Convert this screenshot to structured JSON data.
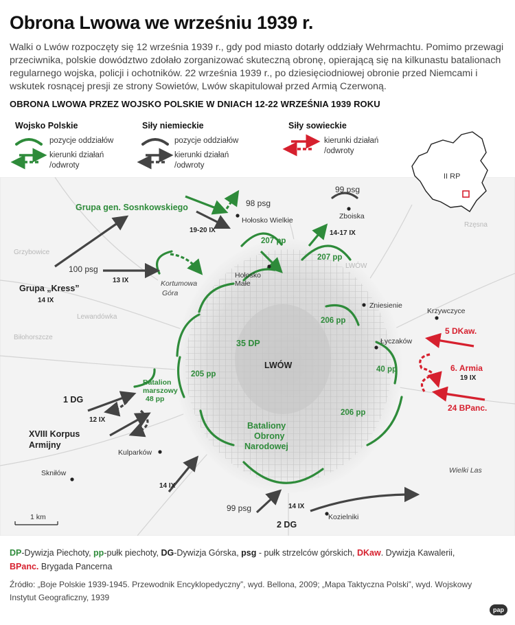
{
  "title": "Obrona Lwowa we wrześniu 1939 r.",
  "intro": "Walki o Lwów rozpoczęty się 12 września 1939 r., gdy pod miasto dotarły oddziały Wehrmachtu. Pomimo przewagi przeciwnika, polskie dowództwo zdołało zorganizować skuteczną obronę, opierającą się na kilkunastu batalionach regularnego wojska, policji i ochotników. 22 września 1939 r., po dziesięciodniowej obronie przed Niemcami i wskutek rosnącej presji ze strony Sowietów, Lwów skapitulował przed Armią Czerwoną.",
  "subtitle": "OBRONA LWOWA PRZEZ WOJSKO POLSKIE W DNIACH 12-22 WRZEŚNIA 1939 ROKU",
  "legend": {
    "polish": {
      "heading": "Wojsko Polskie",
      "positions": "pozycje oddziałów",
      "directions_1": "kierunki działań",
      "directions_2": "/odwroty",
      "color": "#2e8b3a"
    },
    "german": {
      "heading": "Siły niemieckie",
      "positions": "pozycje oddziałów",
      "directions_1": "kierunki działań",
      "directions_2": "/odwroty",
      "color": "#444444"
    },
    "soviet": {
      "heading": "Siły sowieckie",
      "directions_1": "kierunki działań",
      "directions_2": "/odwroty",
      "color": "#d6202e"
    }
  },
  "inset": {
    "label": "II RP"
  },
  "map": {
    "city": "LWÓW",
    "polish_units": {
      "sosnkowski": "Grupa gen. Sosnkowskiego",
      "pp207a": "207 pp",
      "pp207b": "207 pp",
      "pp206a": "206 pp",
      "dp35": "35 DP",
      "pp205": "205 pp",
      "pp40": "40 pp",
      "bat1": "Batalion",
      "bat2": "marszowy",
      "bat3": "48 pp",
      "pp206b": "206 pp",
      "bon1": "Bataliony",
      "bon2": "Obrony",
      "bon3": "Narodowej"
    },
    "german_units": {
      "psg98": "98 psg",
      "psg99a": "99 psg",
      "psg100": "100 psg",
      "kress": "Grupa „Kress”",
      "dg1": "1 DG",
      "corps1": "XVIII Korpus",
      "corps2": "Armijny",
      "psg99b": "99 psg",
      "dg2": "2 DG"
    },
    "soviet_units": {
      "dkaw5": "5 DKaw.",
      "army6": "6. Armia",
      "bpanc24": "24 BPanc."
    },
    "dates": {
      "d1920": "19-20 IX",
      "d13": "13 IX",
      "d14a": "14 IX",
      "d1417": "14-17 IX",
      "d12": "12 IX",
      "d14b": "14 IX",
      "d14c": "14 IX",
      "d19": "19 IX"
    },
    "places": {
      "zboiska": "Zboiska",
      "holosko_w": "Hołosko Wielkie",
      "holosko_m1": "Hołosko",
      "holosko_m2": "Małe",
      "kortumowa1": "Kortumowa",
      "kortumowa2": "Góra",
      "zniesienie": "Zniesienie",
      "krzywczyce": "Krzywczyce",
      "lyczakow": "Łyczaków",
      "kulparkow": "Kulparków",
      "sknilow": "Skniłów",
      "wielki_las": "Wielki Las",
      "kozielniki": "Kozielniki"
    },
    "scale": "1 km"
  },
  "footer": {
    "dp_abbr": "DP",
    "dp_text": "-Dywizja Piechoty, ",
    "pp_abbr": "pp",
    "pp_text": "-pułk piechoty, ",
    "dg_abbr": "DG",
    "dg_text": "-Dywizja Górska, ",
    "psg_abbr": "psg",
    "psg_text": " - pułk strzelców górskich, ",
    "dkaw_abbr": "DKaw",
    "dkaw_text": ". Dywizja Kawalerii,",
    "bpanc_abbr": "BPanc.",
    "bpanc_text": " Brygada Pancerna",
    "source": "Źródło: „Boje Polskie 1939-1945. Przewodnik Encyklopedyczny”, wyd. Bellona, 2009; „Mapa Taktyczna Polski”, wyd. Wojskowy Instytut Geograficzny, 1939",
    "logo": "pap"
  }
}
